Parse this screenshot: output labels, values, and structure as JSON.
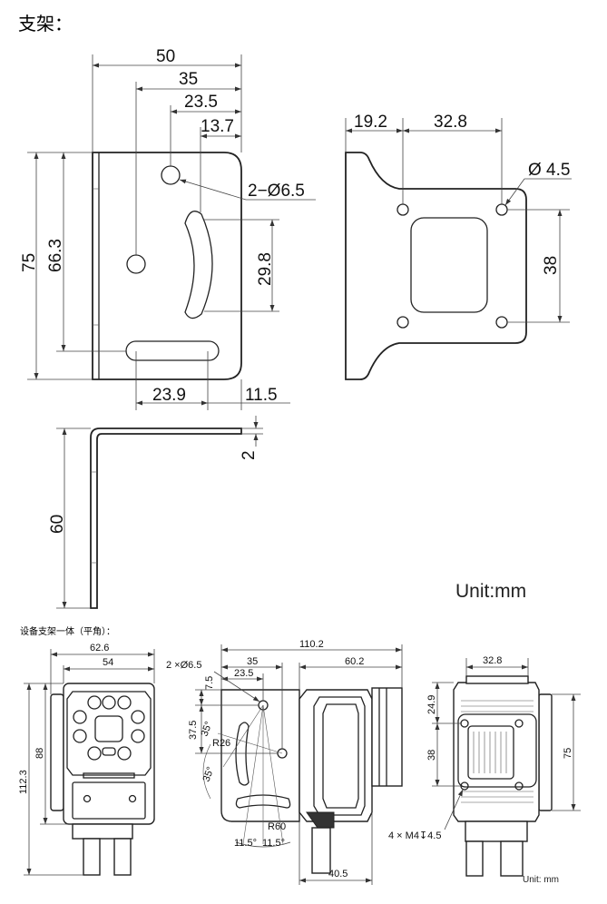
{
  "headings": {
    "bracket_title": "支架：",
    "assembly_title": "设备支架一体（平角）：",
    "unit_large": "Unit:mm",
    "unit_small": "Unit: mm"
  },
  "bracket_front": {
    "d_50": "50",
    "d_35": "35",
    "d_23_5": "23.5",
    "d_13_7": "13.7",
    "hole_callout": "2−Ø6.5",
    "d_75": "75",
    "d_66_3": "66.3",
    "d_29_8": "29.8",
    "d_23_9": "23.9",
    "d_11_5": "11.5"
  },
  "bracket_side": {
    "d_19_2": "19.2",
    "d_32_8": "32.8",
    "hole_callout": "Ø 4.5",
    "d_38": "38"
  },
  "bracket_bottom": {
    "d_2": "2",
    "d_60": "60"
  },
  "assembly_front": {
    "d_62_6": "62.6",
    "d_54": "54",
    "d_112_3": "112.3",
    "d_88": "88"
  },
  "assembly_side": {
    "d_110_2": "110.2",
    "d_35": "35",
    "d_60_2": "60.2",
    "hole_callout": "2 ×Ø6.5",
    "d_23_5": "23.5",
    "d_7_5": "7.5",
    "d_37_5": "37.5",
    "a_35_a": "35°",
    "r_26": "R26",
    "a_35_b": "35°",
    "r_60": "R60",
    "a_11_5_a": "11.5°",
    "a_11_5_b": "11.5°",
    "d_40_5": "40.5"
  },
  "assembly_back": {
    "d_32_8": "32.8",
    "d_24_9": "24.9",
    "d_38": "38",
    "d_75": "75",
    "thread_callout": "4 × M4↧4.5"
  }
}
